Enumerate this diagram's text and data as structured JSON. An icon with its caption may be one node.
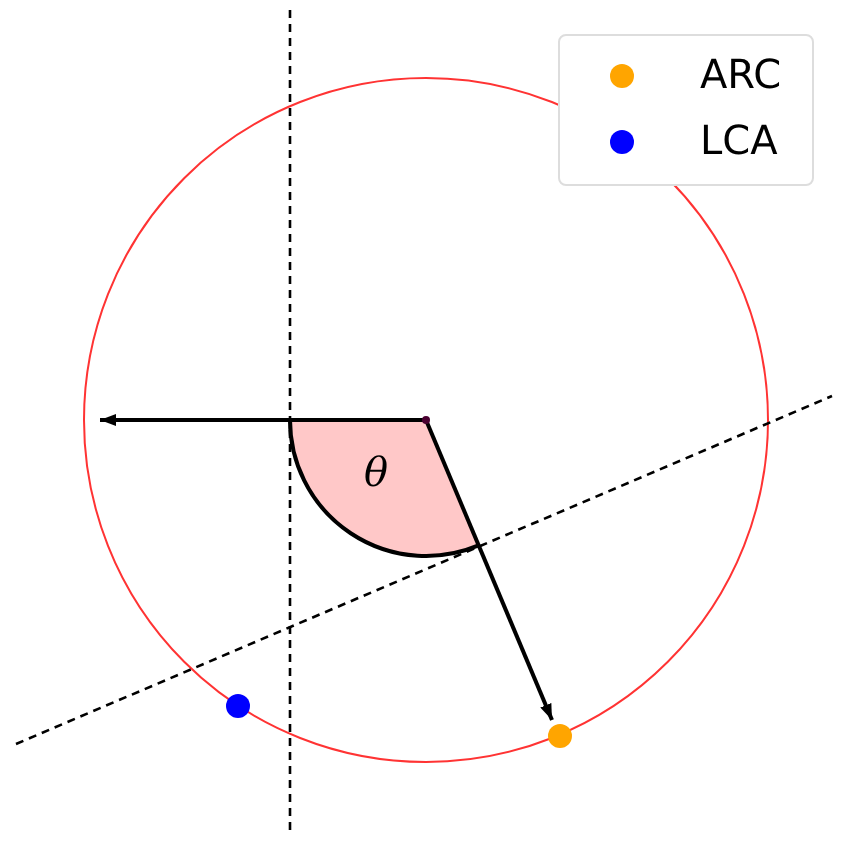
{
  "diagram": {
    "labels": [
      "θ"
    ],
    "legend": [
      {
        "text": "ARC",
        "color": "#ffa500"
      },
      {
        "text": "LCA",
        "color": "#0000ff"
      }
    ]
  }
}
